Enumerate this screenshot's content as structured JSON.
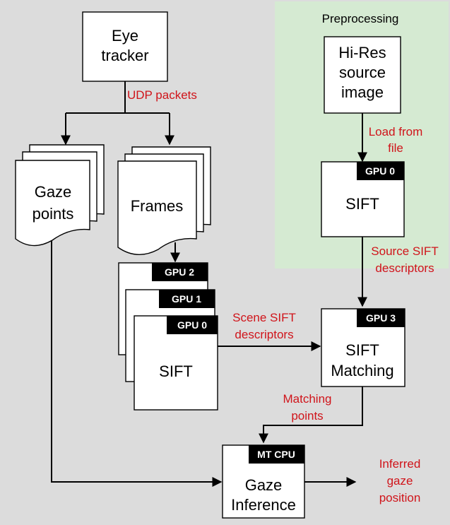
{
  "preprocessing": {
    "title": "Preprocessing"
  },
  "nodes": {
    "eye_tracker": [
      "Eye",
      "tracker"
    ],
    "gaze_points": [
      "Gaze",
      "points"
    ],
    "frames": [
      "Frames"
    ],
    "hires_image": [
      "Hi-Res",
      "source",
      "image"
    ],
    "sift_pre": [
      "SIFT"
    ],
    "sift_scene": [
      "SIFT"
    ],
    "sift_matching": [
      "SIFT",
      "Matching"
    ],
    "gaze_inference": [
      "Gaze",
      "Inference"
    ]
  },
  "gpu_tags": {
    "pre": "GPU 0",
    "scene_2": "GPU 2",
    "scene_1": "GPU 1",
    "scene_0": "GPU 0",
    "matching": "GPU 3",
    "inference": "MT CPU"
  },
  "edge_labels": {
    "udp": [
      "UDP packets"
    ],
    "load": [
      "Load from",
      "file"
    ],
    "source_sift": [
      "Source SIFT",
      "descriptors"
    ],
    "scene_sift": [
      "Scene SIFT",
      "descriptors"
    ],
    "matching_points": [
      "Matching",
      "points"
    ],
    "inferred": [
      "Inferred",
      "gaze",
      "position"
    ]
  },
  "colors": {
    "background": "#dcdcdc",
    "preprocessing_panel": "#d5ead2",
    "label_red": "#d0141a",
    "tag": "#000000"
  }
}
